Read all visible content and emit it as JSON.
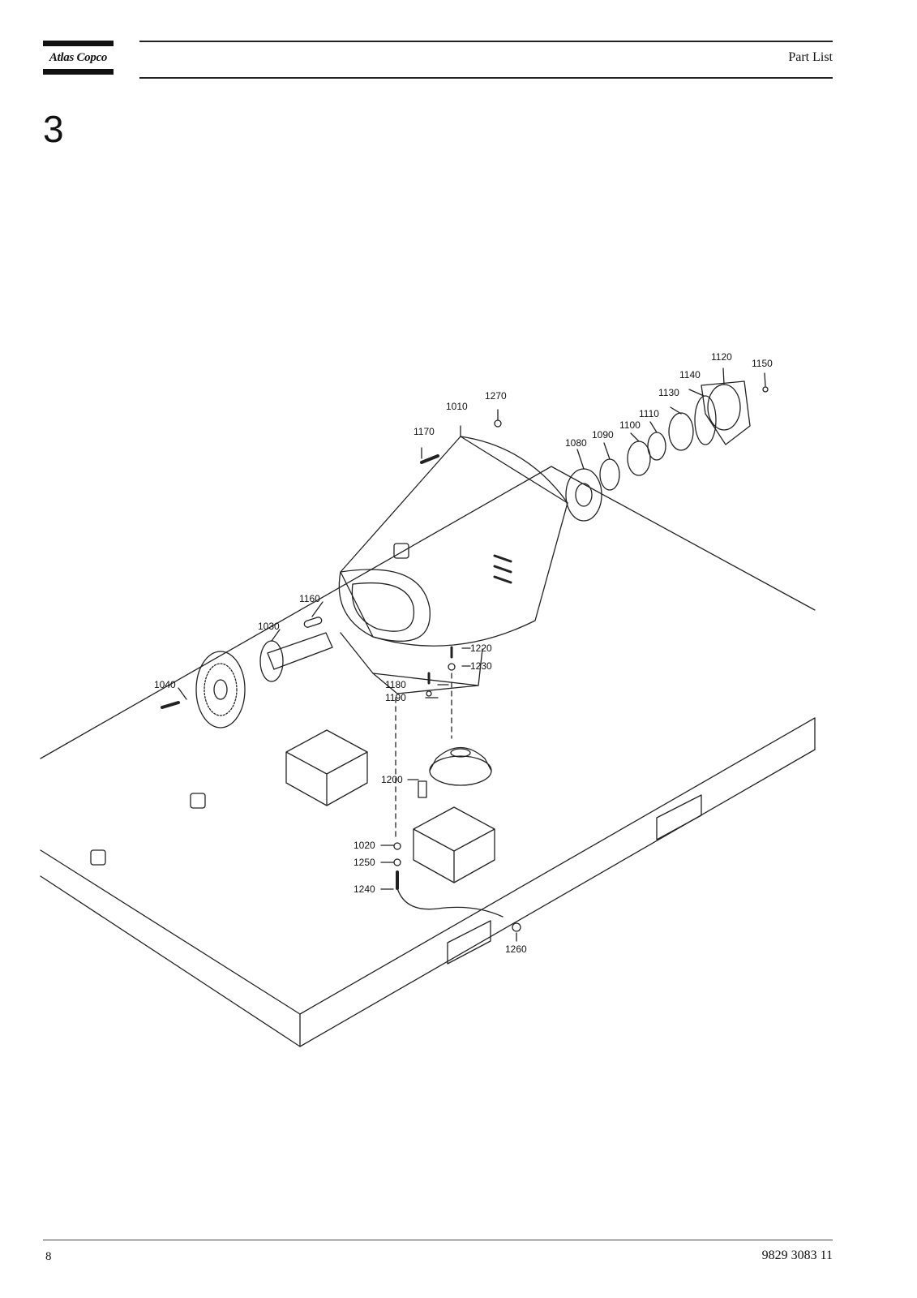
{
  "header": {
    "brand": "Atlas Copco",
    "title": "Part List"
  },
  "section": {
    "number": "3"
  },
  "drawing": {
    "callouts": [
      "1010",
      "1020",
      "1030",
      "1040",
      "1080",
      "1090",
      "1100",
      "1110",
      "1120",
      "1130",
      "1140",
      "1150",
      "1160",
      "1170",
      "1180",
      "1190",
      "1200",
      "1220",
      "1230",
      "1240",
      "1250",
      "1260",
      "1270"
    ]
  },
  "footer": {
    "page_number": "8",
    "document_number": "9829 3083 11"
  }
}
